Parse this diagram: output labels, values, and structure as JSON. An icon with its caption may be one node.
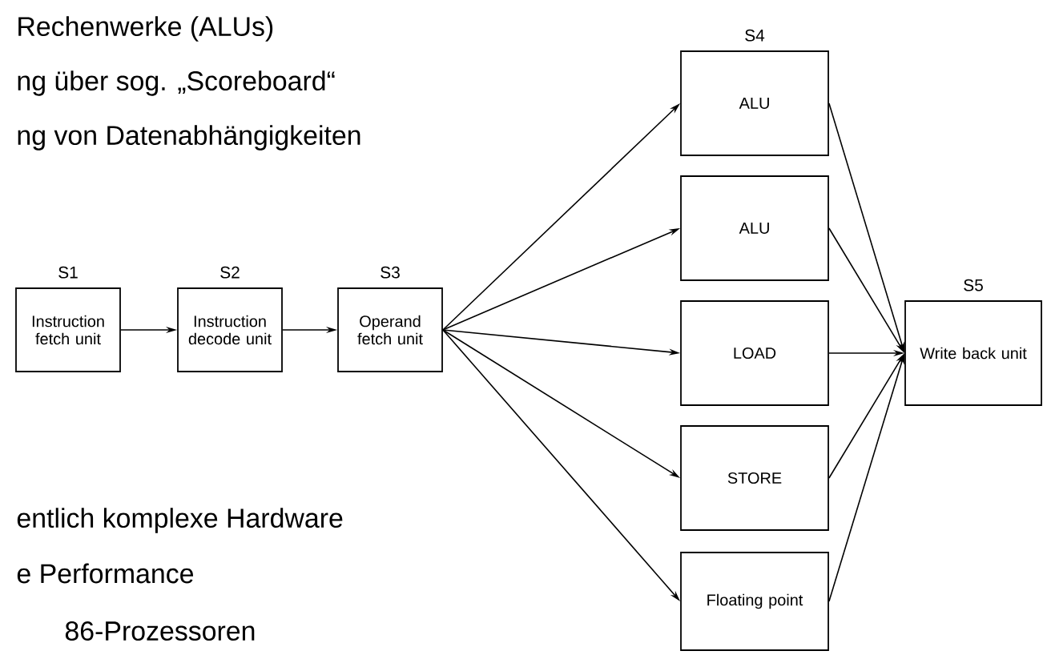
{
  "diagram": {
    "nodes": [
      {
        "text": [
          "Instruction fetch unit"
        ],
        "beside": [
          "S1"
        ]
      },
      {
        "text": [
          "Instruction decode unit"
        ],
        "beside": [
          "S2"
        ]
      },
      {
        "text": [
          "Operand fetch unit"
        ],
        "beside": [
          "S3"
        ]
      },
      {
        "text": [
          "ALU"
        ],
        "beside": [
          "S4"
        ]
      },
      {
        "text": [
          "ALU"
        ]
      },
      {
        "text": [
          "LOAD"
        ]
      },
      {
        "text": [
          "STORE"
        ]
      },
      {
        "text": [
          "Floating point"
        ]
      },
      {
        "text": [
          "Write back unit"
        ],
        "beside": [
          "S5"
        ]
      }
    ],
    "edges": [
      {
        "from": 0,
        "to": 1,
        "arrow": "to"
      },
      {
        "from": 1,
        "to": 2,
        "arrow": "to"
      },
      {
        "from": 2,
        "to": 3,
        "arrow": "to"
      },
      {
        "from": 2,
        "to": 4,
        "arrow": "to"
      },
      {
        "from": 2,
        "to": 5,
        "arrow": "to"
      },
      {
        "from": 2,
        "to": 6,
        "arrow": "to"
      },
      {
        "from": 2,
        "to": 7,
        "arrow": "to"
      },
      {
        "from": 3,
        "to": 8,
        "arrow": "to"
      },
      {
        "from": 4,
        "to": 8,
        "arrow": "to"
      },
      {
        "from": 5,
        "to": 8,
        "arrow": "to"
      },
      {
        "from": 6,
        "to": 8,
        "arrow": "to"
      },
      {
        "from": 7,
        "to": 8,
        "arrow": "to"
      }
    ],
    "labels": [
      "Rechenwerke (ALUs)",
      "ng über sog. „Scoreboard“",
      "ng von Datenabhängigkeiten",
      "entlich komplexe Hardware",
      "e Performance",
      "86-Prozessoren"
    ]
  }
}
